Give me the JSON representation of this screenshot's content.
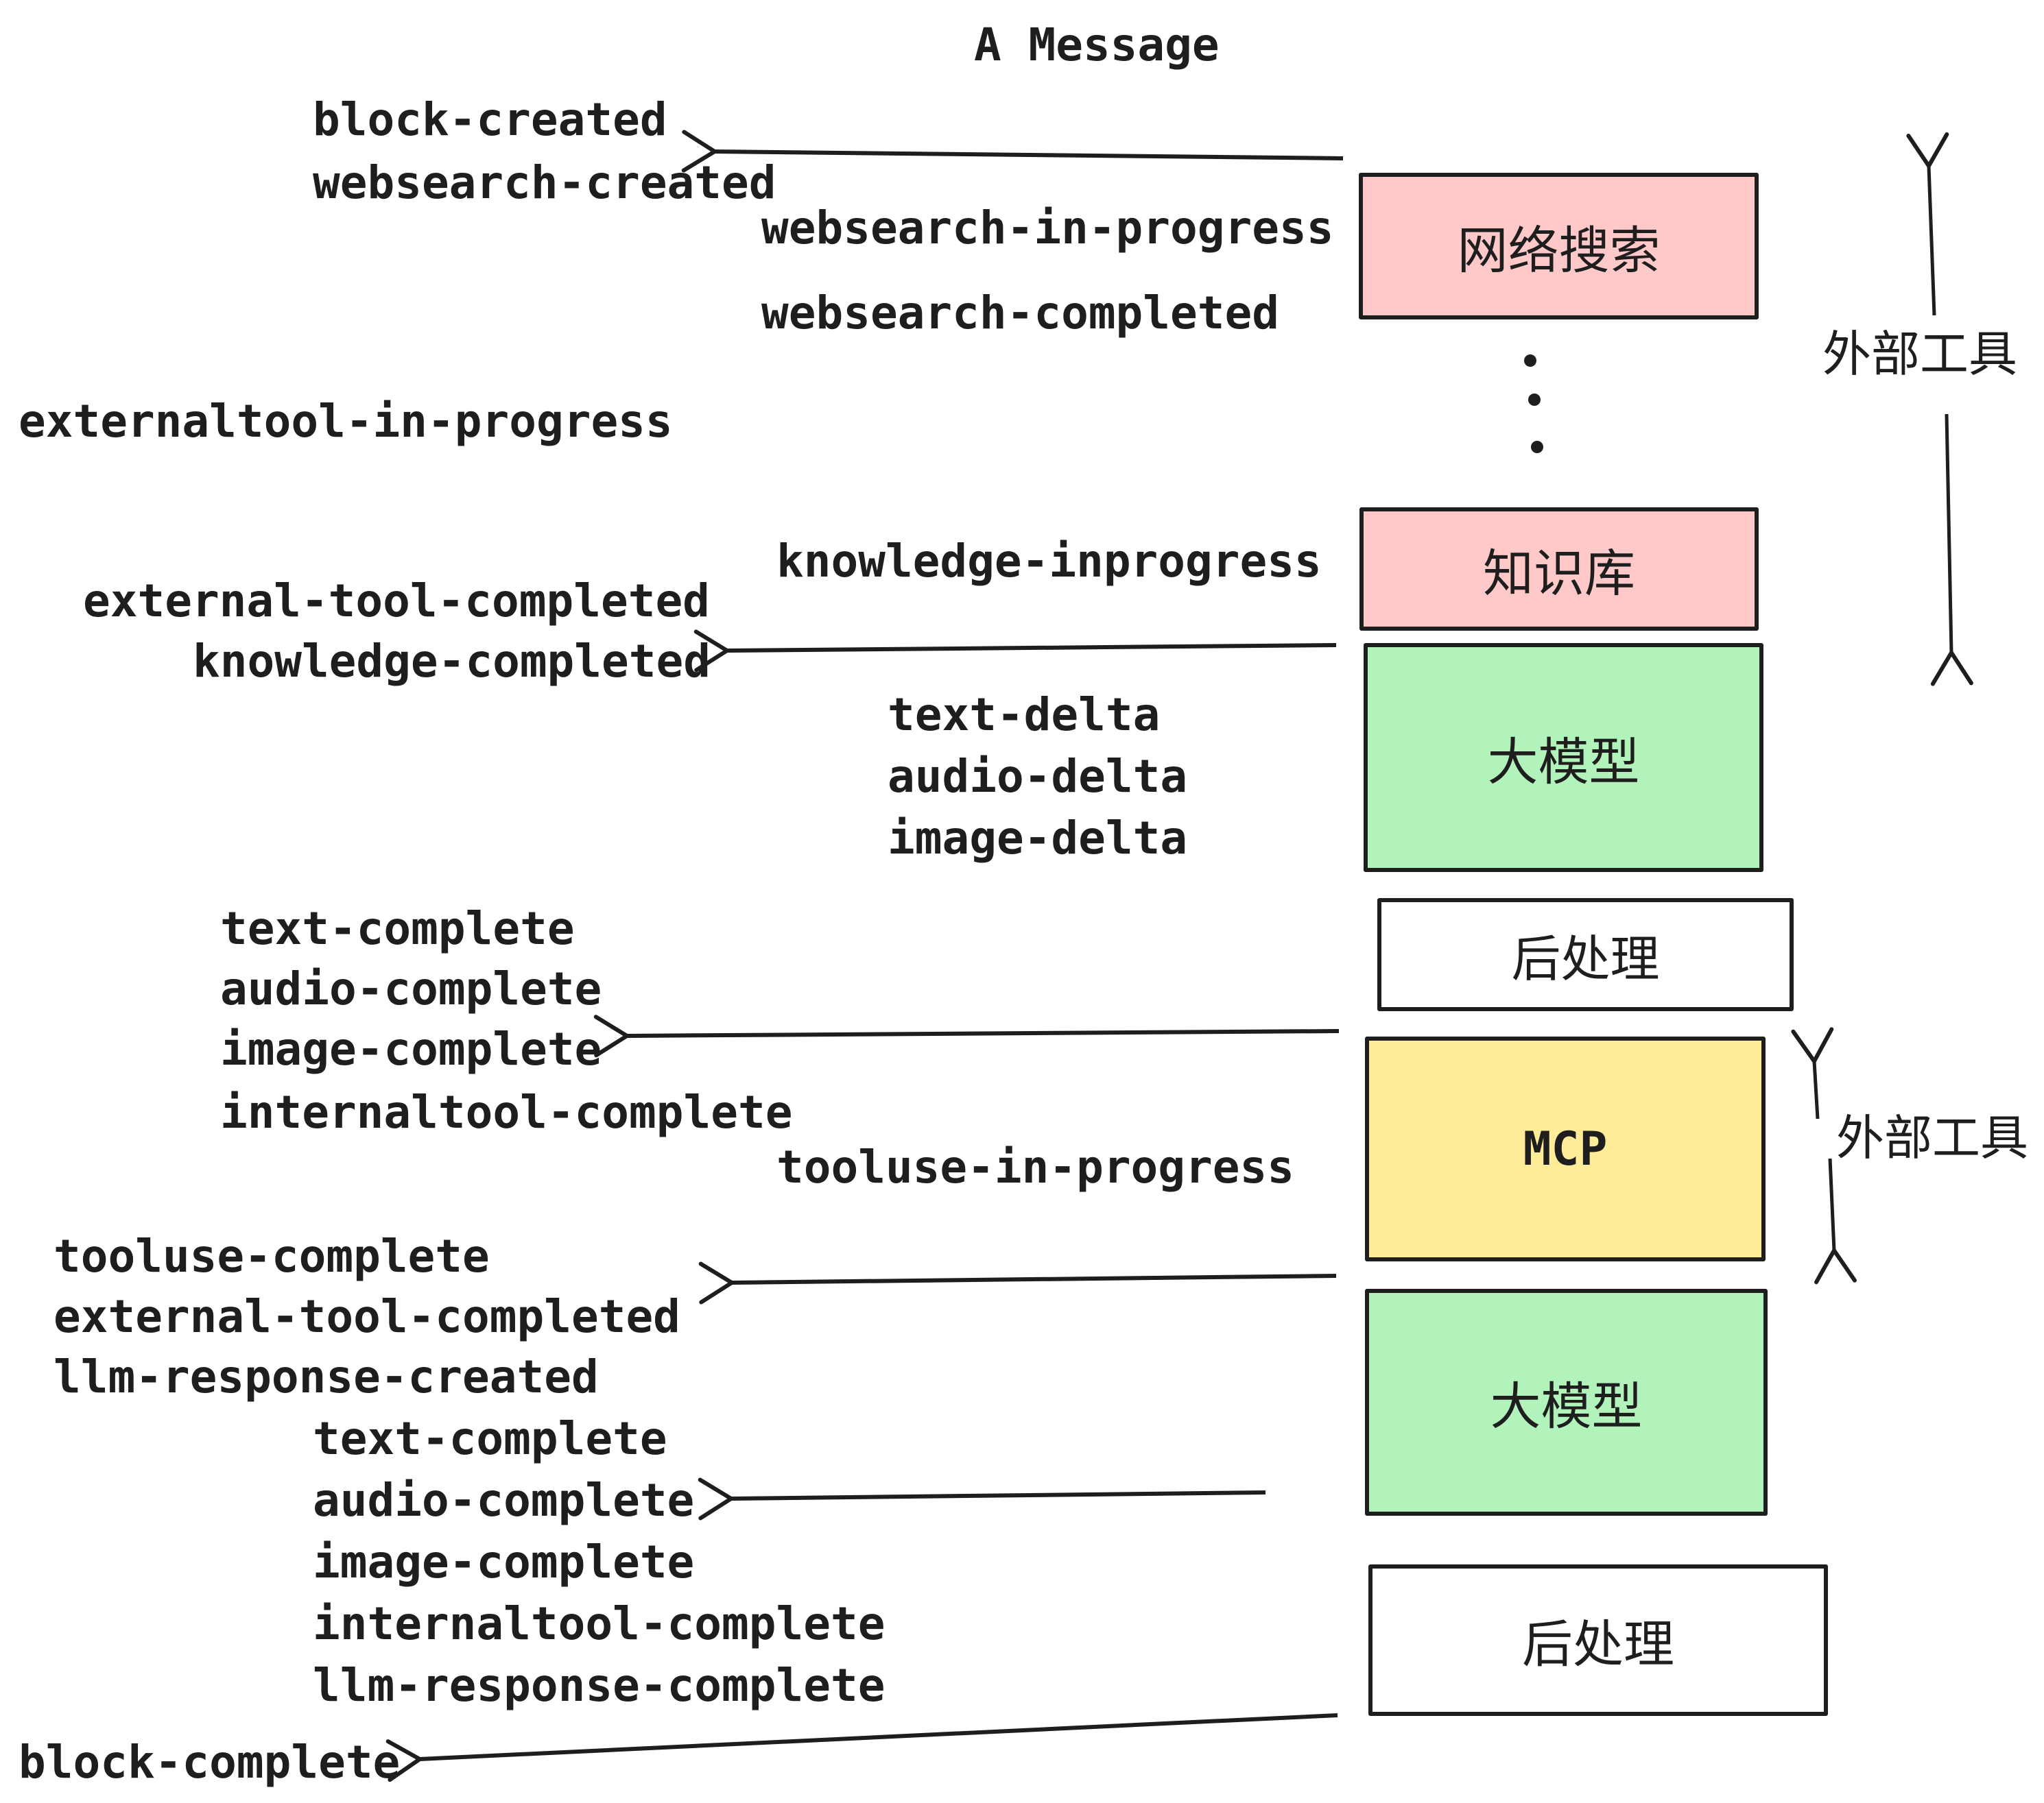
{
  "title": "A Message",
  "colors": {
    "ink": "#1e1e1e",
    "pink": "#ffc9c9",
    "green": "#b2f2bb",
    "yellow": "#ffec99",
    "white": "#ffffff",
    "background": "#ffffff"
  },
  "events": [
    "block-created",
    "websearch-created",
    "websearch-in-progress",
    "websearch-completed",
    "externaltool-in-progress",
    "knowledge-inprogress",
    "external-tool-completed",
    "knowledge-completed",
    "text-delta",
    "audio-delta",
    "image-delta",
    "text-complete",
    "audio-complete",
    "image-complete",
    "internaltool-complete",
    "tooluse-in-progress",
    "tooluse-complete",
    "external-tool-completed",
    "llm-response-created",
    "text-complete",
    "audio-complete",
    "image-complete",
    "internaltool-complete",
    "llm-response-complete",
    "block-complete"
  ],
  "boxes": [
    {
      "label": "网络搜索",
      "color": "#ffc9c9"
    },
    {
      "label": "知识库",
      "color": "#ffc9c9"
    },
    {
      "label": "大模型",
      "color": "#b2f2bb"
    },
    {
      "label": "后处理",
      "color": "#ffffff"
    },
    {
      "label": "MCP",
      "color": "#ffec99"
    },
    {
      "label": "大模型",
      "color": "#b2f2bb"
    },
    {
      "label": "后处理",
      "color": "#ffffff"
    }
  ],
  "annotations": {
    "external_tools_top": "外部工具",
    "external_tools_bottom": "外部工具"
  },
  "decorations": {
    "ellipsis_dots": 3
  }
}
